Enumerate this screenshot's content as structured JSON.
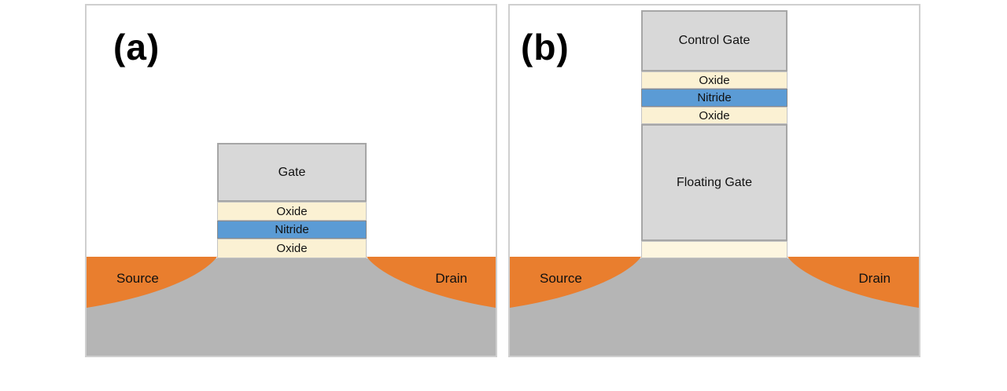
{
  "panels": {
    "a": {
      "label": "(a)",
      "layers": {
        "gate": "Gate",
        "oxide_top": "Oxide",
        "nitride": "Nitride",
        "oxide_bottom": "Oxide"
      },
      "source": "Source",
      "drain": "Drain"
    },
    "b": {
      "label": "(b)",
      "layers": {
        "control_gate": "Control Gate",
        "oxide_top": "Oxide",
        "nitride": "Nitride",
        "oxide_mid": "Oxide",
        "floating_gate": "Floating Gate"
      },
      "source": "Source",
      "drain": "Drain"
    }
  },
  "colors": {
    "gate": "#d8d8d8",
    "oxide": "#fbf1d3",
    "oxide_thin": "#fdf6e0",
    "nitride": "#5b9bd5",
    "substrate": "#b5b5b5",
    "source_drain": "#e97e2e",
    "panel_border": "#cfcfcf",
    "layer_border": "#a6a6a6"
  }
}
